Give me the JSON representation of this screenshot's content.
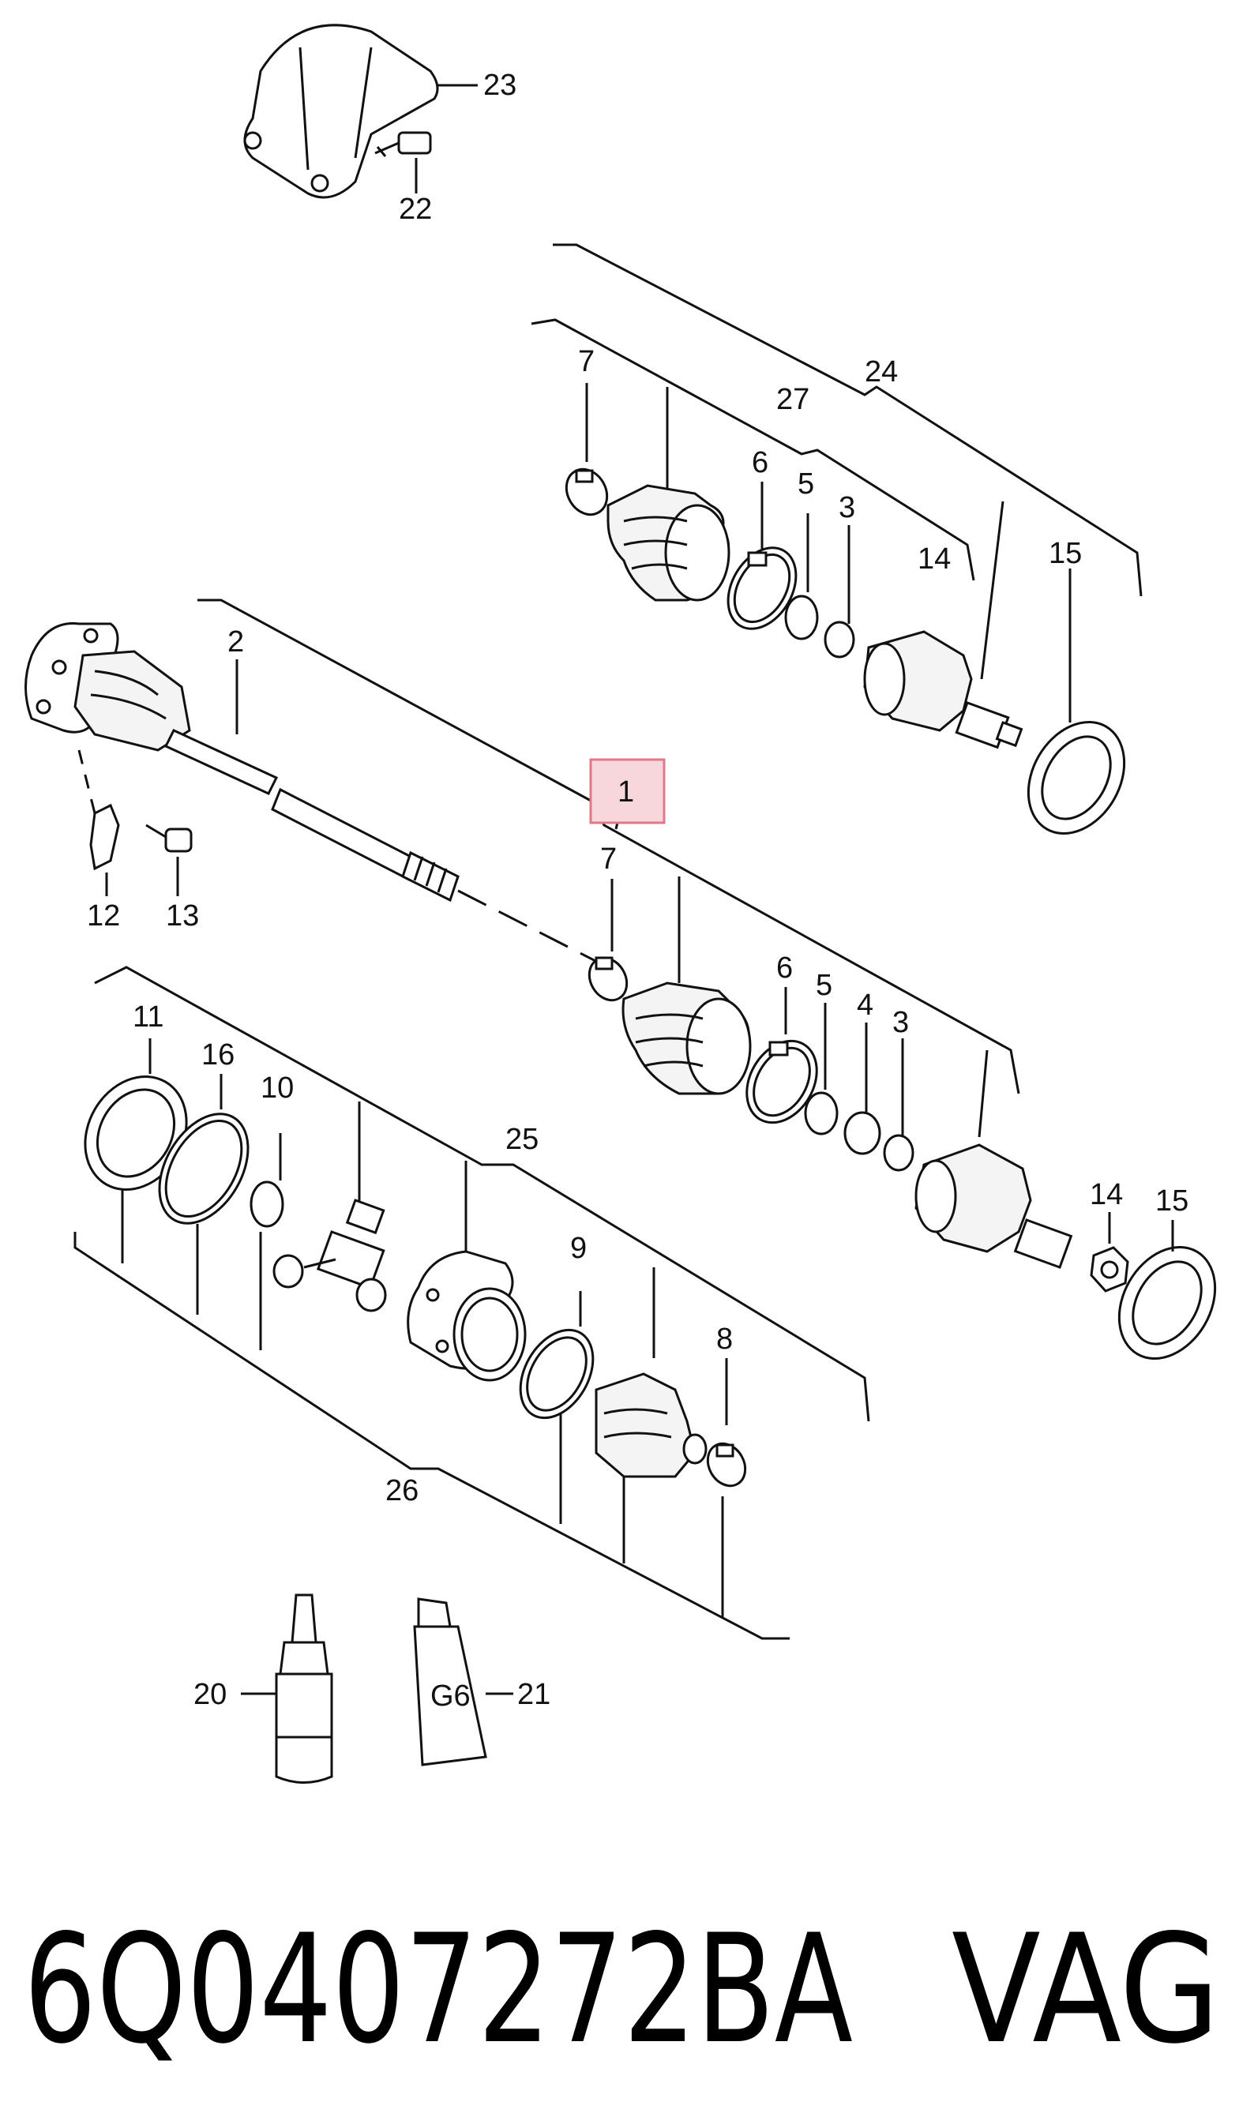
{
  "callouts": {
    "c23": "23",
    "c22": "22",
    "c24": "24",
    "c27": "27",
    "c7a": "7",
    "c6a": "6",
    "c5a": "5",
    "c3a": "3",
    "c14a": "14",
    "c15a": "15",
    "c2": "2",
    "c1": "1",
    "c12": "12",
    "c13": "13",
    "c7b": "7",
    "c6b": "6",
    "c5b": "5",
    "c4": "4",
    "c3b": "3",
    "c14b": "14",
    "c15b": "15",
    "c11": "11",
    "c16": "16",
    "c10": "10",
    "c25": "25",
    "c9": "9",
    "c8": "8",
    "c26": "26",
    "c20": "20",
    "c21": "21"
  },
  "caption": {
    "part_number": "6Q0407272BA",
    "brand": "VAG"
  },
  "grease_label": "G6"
}
